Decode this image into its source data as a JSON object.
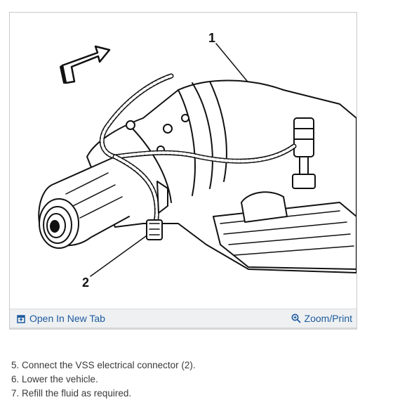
{
  "figure": {
    "callout_1": "1",
    "callout_2": "2",
    "open_tab_label": "Open In New Tab",
    "zoom_label": "Zoom/Print",
    "open_tab_icon": "open-in-new-tab-icon",
    "zoom_icon": "magnifier-icon",
    "link_color": "#1d5a9e"
  },
  "steps": [
    "5. Connect the VSS electrical connector (2).",
    "6. Lower the vehicle.",
    "7. Refill the fluid as required."
  ]
}
